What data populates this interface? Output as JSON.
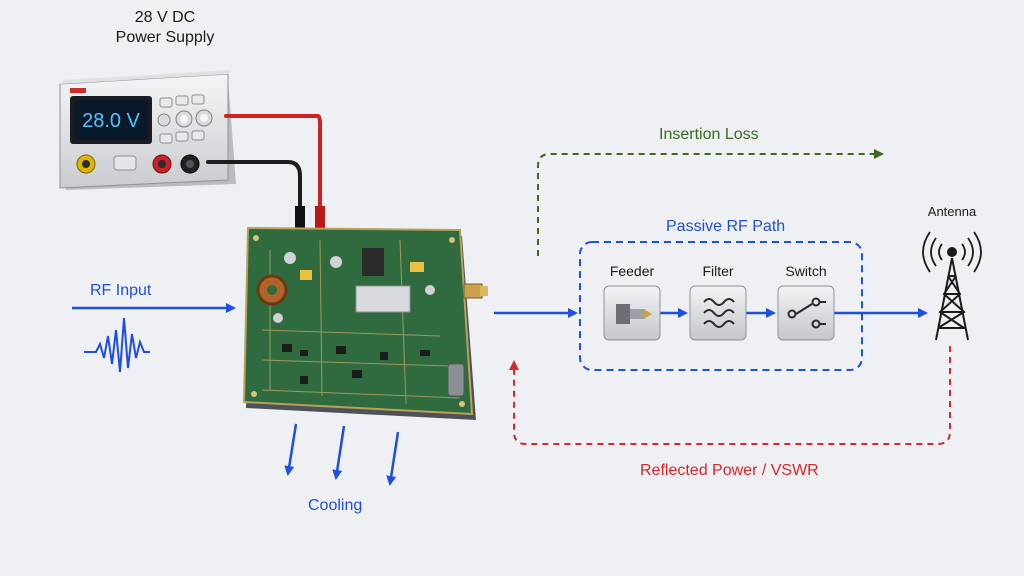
{
  "power_supply": {
    "title_line1": "28 V DC",
    "title_line2": "Power Supply",
    "display": "28.0 V"
  },
  "rf_input": {
    "label": "RF Input"
  },
  "cooling": {
    "label": "Cooling"
  },
  "insertion_loss": {
    "label": "Insertion Loss"
  },
  "passive_path": {
    "title": "Passive RF Path",
    "blocks": [
      {
        "label": "Feeder",
        "icon": "feeder-icon"
      },
      {
        "label": "Filter",
        "icon": "filter-icon"
      },
      {
        "label": "Switch",
        "icon": "switch-icon"
      }
    ]
  },
  "antenna": {
    "label": "Antenna"
  },
  "reflected": {
    "label": "Reflected Power / VSWR"
  },
  "colors": {
    "forward_path": "#1f4fe0",
    "reflected_path": "#d9262b",
    "insertion_loss_path": "#3d6a1d",
    "pcb": "#2f6b3e"
  }
}
